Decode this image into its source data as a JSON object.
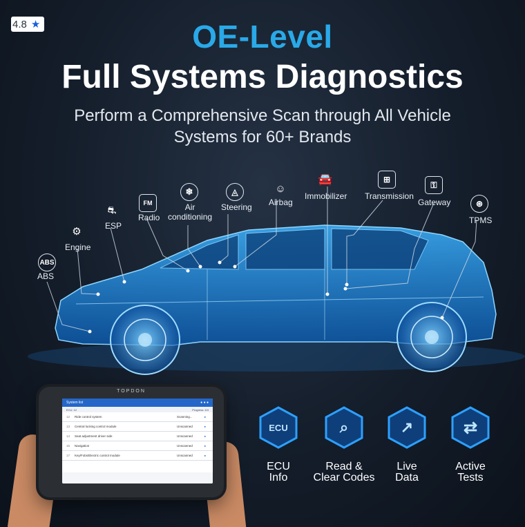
{
  "rating": {
    "value": "4.8",
    "star": "★"
  },
  "headline": {
    "line1": "OE-Level",
    "line2": "Full Systems Diagnostics",
    "subtitle": "Perform a Comprehensive Scan through All Vehicle Systems for 60+ Brands"
  },
  "systems": [
    {
      "label": "ABS",
      "icon": "abs-icon"
    },
    {
      "label": "Engine",
      "icon": "engine-icon"
    },
    {
      "label": "ESP",
      "icon": "esp-icon"
    },
    {
      "label": "Radio",
      "icon": "radio-icon"
    },
    {
      "label": "Air\nconditioning",
      "icon": "air-conditioning-icon"
    },
    {
      "label": "Steering",
      "icon": "steering-icon"
    },
    {
      "label": "Airbag",
      "icon": "airbag-icon"
    },
    {
      "label": "Immobilizer",
      "icon": "immobilizer-icon"
    },
    {
      "label": "Transmission",
      "icon": "transmission-icon"
    },
    {
      "label": "Gateway",
      "icon": "gateway-icon"
    },
    {
      "label": "TPMS",
      "icon": "tpms-icon"
    }
  ],
  "tablet": {
    "brand": "TOPDON",
    "screen_title": "System list",
    "screen_sub_left": "ECU: 12",
    "screen_sub_right": "Progress: 4/4",
    "rows": [
      {
        "num": "12",
        "name": "Ride control system",
        "status": "Scanning..."
      },
      {
        "num": "13",
        "name": "Central locking control module",
        "status": "Unscanned"
      },
      {
        "num": "14",
        "name": "Seat adjustment driver side",
        "status": "Unscanned"
      },
      {
        "num": "15",
        "name": "Navigation",
        "status": "Unscanned"
      },
      {
        "num": "17",
        "name": "Key/Fobs/Electric control module",
        "status": "Unscanned"
      }
    ]
  },
  "features": [
    {
      "line1": "ECU",
      "line2": "Info",
      "icon": "ecu-chip-icon",
      "glyph": "ECU"
    },
    {
      "line1": "Read &",
      "line2": "Clear Codes",
      "icon": "read-clear-codes-icon",
      "glyph": "⌕"
    },
    {
      "line1": "Live",
      "line2": "Data",
      "icon": "live-data-icon",
      "glyph": "↗"
    },
    {
      "line1": "Active",
      "line2": "Tests",
      "icon": "active-tests-icon",
      "glyph": "⇄"
    }
  ],
  "colors": {
    "accent": "#29a9e8",
    "car": "#1f8fe6",
    "background": "#141d2a"
  }
}
